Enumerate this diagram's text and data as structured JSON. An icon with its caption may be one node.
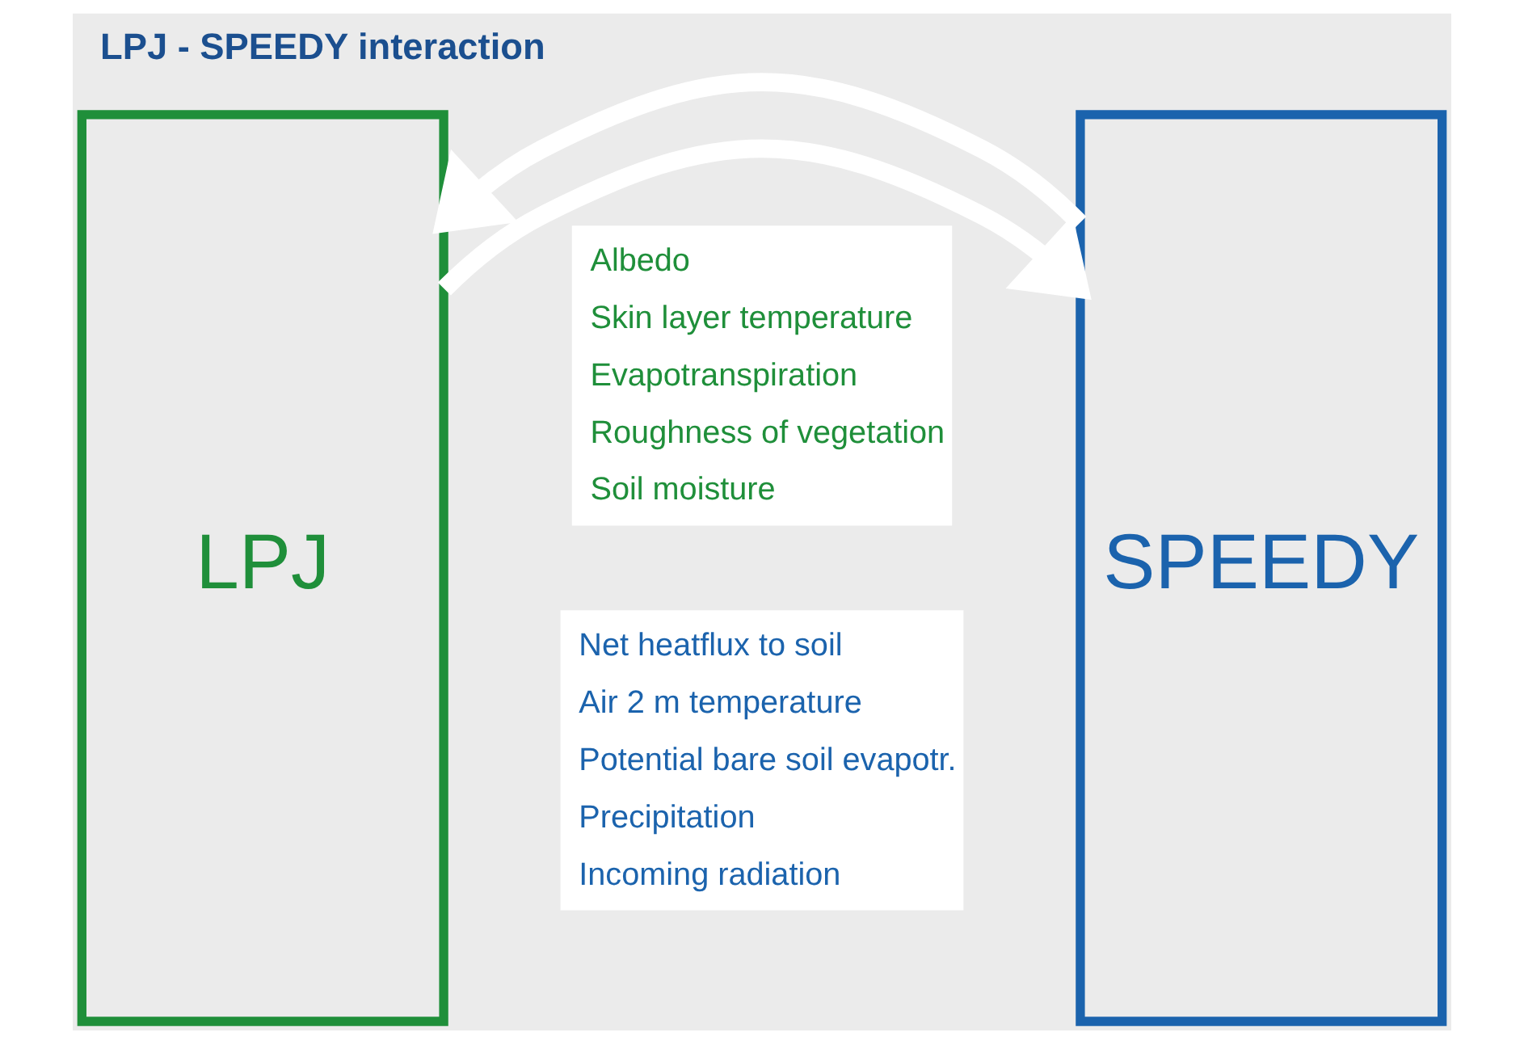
{
  "diagram": {
    "title": "LPJ - SPEEDY interaction",
    "nodes": [
      {
        "text": [
          "LPJ"
        ]
      },
      {
        "text": [
          "SPEEDY"
        ]
      }
    ],
    "edges": [
      {
        "from": 0,
        "to": 1,
        "arrow": "to"
      },
      {
        "from": 1,
        "to": 0,
        "arrow": "to"
      }
    ],
    "labels": [
      "Albedo",
      "Skin layer temperature",
      "Evapotranspiration",
      "Roughness of vegetation",
      "Soil moisture",
      "Net heatflux to soil",
      "Air 2 m temperature",
      "Potential bare soil evapotr.",
      "Precipitation",
      "Incoming radiation"
    ]
  }
}
